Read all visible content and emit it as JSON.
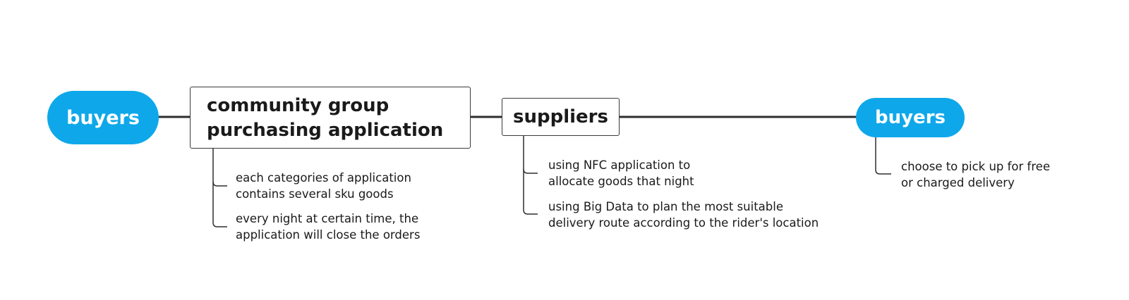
{
  "nodes": {
    "buyers_start": {
      "label": "buyers",
      "fill": "#0ea8ea"
    },
    "platform": {
      "line1": "community group",
      "line2": "purchasing application"
    },
    "suppliers": {
      "label": "suppliers"
    },
    "buyers_end": {
      "label": "buyers",
      "fill": "#0ea8ea"
    }
  },
  "notes": {
    "platform": [
      {
        "line1": "each categories of application",
        "line2": "contains several sku goods"
      },
      {
        "line1": "every night at certain time, the",
        "line2": "application will close the orders"
      }
    ],
    "suppliers": [
      {
        "line1": "using NFC application to",
        "line2": "allocate goods that night"
      },
      {
        "line1": "using Big Data to plan the most suitable",
        "line2": "delivery route according to the rider's location"
      }
    ],
    "buyers_end": [
      {
        "line1": "choose to pick up for free",
        "line2": "or charged delivery"
      }
    ]
  },
  "colors": {
    "connector": "#2e2e2e",
    "pill_fill": "#0ea8ea",
    "pill_text": "#ffffff"
  }
}
